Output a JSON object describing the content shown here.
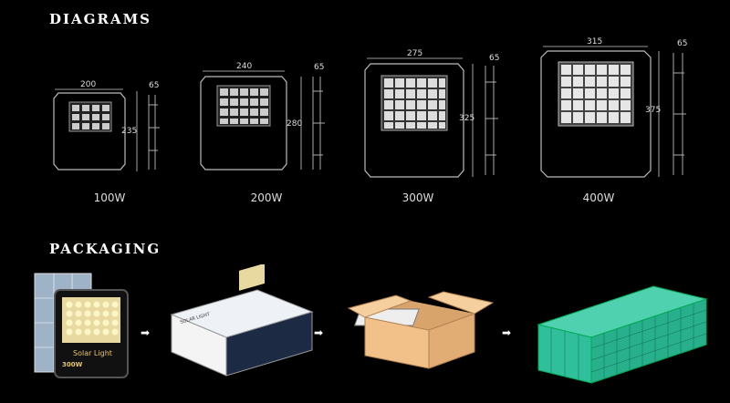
{
  "headings": {
    "diagrams": "DIAGRAMS",
    "packaging": "PACKAGING"
  },
  "models": [
    {
      "label": "100W",
      "width": "200",
      "height": "235",
      "depth": "65"
    },
    {
      "label": "200W",
      "width": "240",
      "height": "280",
      "depth": "65"
    },
    {
      "label": "300W",
      "width": "275",
      "height": "325",
      "depth": "65"
    },
    {
      "label": "400W",
      "width": "315",
      "height": "375",
      "depth": "65"
    }
  ],
  "packaging": {
    "product_label": "Solar Light",
    "product_watt": "300W",
    "box_label": "SOLAR LIGHT",
    "arrow": "➡"
  },
  "colors": {
    "background": "#000000",
    "carton": "#f2c089",
    "pallet": "#2fbf9a"
  }
}
